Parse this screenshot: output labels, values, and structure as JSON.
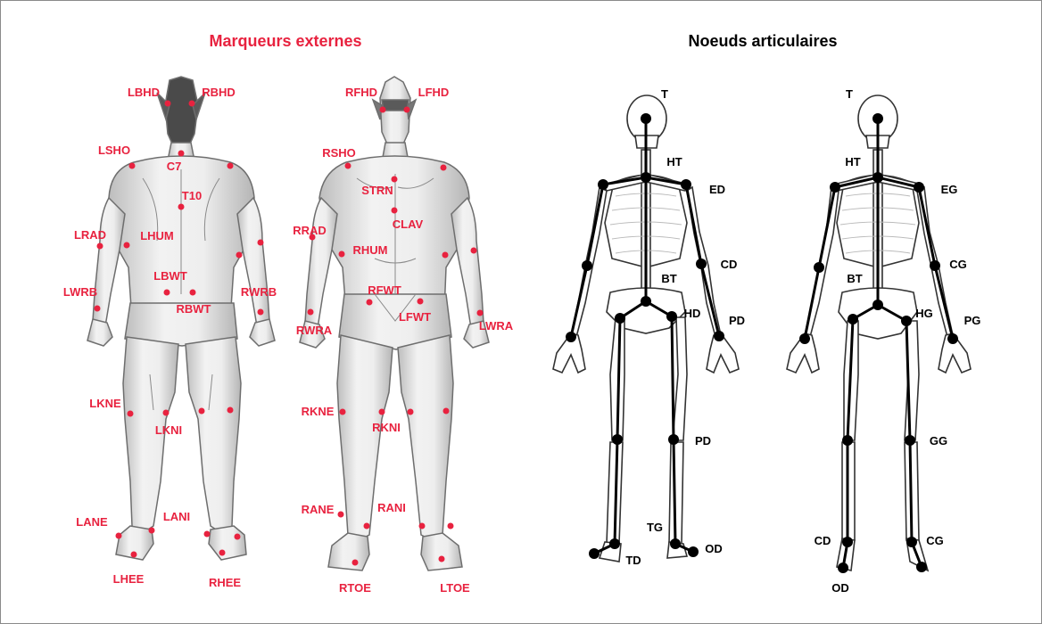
{
  "titles": {
    "left": "Marqueurs externes",
    "right": "Noeuds articulaires"
  },
  "colors": {
    "marker": "#e8223f",
    "node": "#000000",
    "figure_fill": "#e3e3e3",
    "figure_stroke": "#6e6e6e",
    "bone_fill": "#ffffff",
    "bone_stroke": "#333333"
  },
  "back_markers": {
    "LBHD": "LBHD",
    "RBHD": "RBHD",
    "LSHO": "LSHO",
    "C7": "C7",
    "T10": "T10",
    "LRAD": "LRAD",
    "LHUM": "LHUM",
    "LBWT": "LBWT",
    "RBWT": "RBWT",
    "LWRB": "LWRB",
    "RWRB": "RWRB",
    "LKNE": "LKNE",
    "LKNI": "LKNI",
    "LANE": "LANE",
    "LANI": "LANI",
    "LHEE": "LHEE",
    "RHEE": "RHEE"
  },
  "front_markers": {
    "RFHD": "RFHD",
    "LFHD": "LFHD",
    "RSHO": "RSHO",
    "STRN": "STRN",
    "CLAV": "CLAV",
    "RRAD": "RRAD",
    "RHUM": "RHUM",
    "RFWT": "RFWT",
    "LFWT": "LFWT",
    "RWRA": "RWRA",
    "LWRA": "LWRA",
    "RKNE": "RKNE",
    "RKNI": "RKNI",
    "RANE": "RANE",
    "RANI": "RANI",
    "RTOE": "RTOE",
    "LTOE": "LTOE"
  },
  "skeleton_d_nodes": {
    "T": "T",
    "HT": "HT",
    "ED": "ED",
    "CD": "CD",
    "BT": "BT",
    "HD": "HD",
    "PD_hand": "PD",
    "PD_knee": "PD",
    "TG": "TG",
    "TD": "TD",
    "OD": "OD"
  },
  "skeleton_g_nodes": {
    "T": "T",
    "HT": "HT",
    "EG": "EG",
    "CG": "CG",
    "BT": "BT",
    "HG": "HG",
    "PG": "PG",
    "GG": "GG",
    "CD": "CD",
    "CG_ankle": "CG",
    "OD": "OD"
  }
}
